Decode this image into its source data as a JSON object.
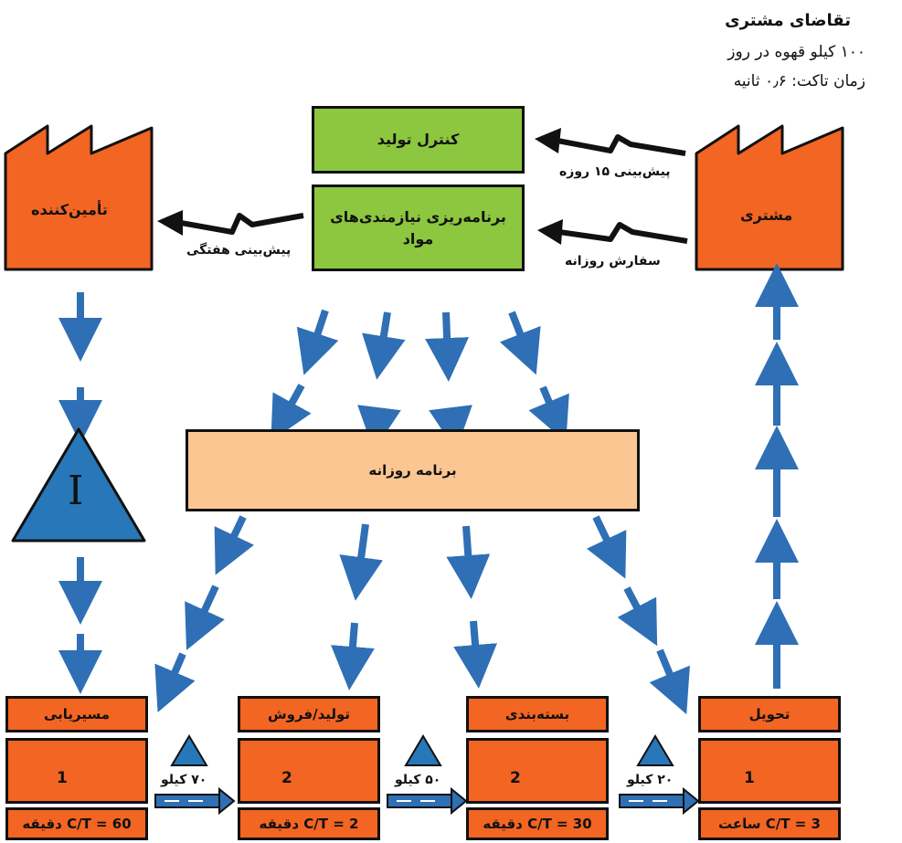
{
  "demand": {
    "title": "تقاضای مشتری",
    "line1": "۱۰۰ کیلو قهوه در روز",
    "line2": "زمان تاکت: ۰٫۶ ثانیه"
  },
  "supplier": {
    "label": "تأمین‌کننده"
  },
  "customer": {
    "label": "مشتری"
  },
  "production_control": {
    "label": "کنترل تولید"
  },
  "mrp": {
    "label_line1": "برنامه‌ریزی نیازمندی‌های",
    "label_line2": "مواد"
  },
  "daily_schedule": {
    "label": "برنامه روزانه"
  },
  "flows": {
    "weekly_forecast": "پیش‌بینی هفتگی",
    "forecast_15": "پیش‌بینی ۱۵ روزه",
    "daily_order": "سفارش روزانه"
  },
  "inventory": {
    "symbol": "I"
  },
  "processes": [
    {
      "name": "مسیریابی",
      "operators": "1",
      "ct": "C/T = 60 دقیقه"
    },
    {
      "name": "تولید/فروش",
      "operators": "2",
      "ct": "C/T = 2 دقیقه"
    },
    {
      "name": "بسته‌بندی",
      "operators": "2",
      "ct": "C/T = 30 دقیقه"
    },
    {
      "name": "تحویل",
      "operators": "1",
      "ct": "C/T = 3 ساعت"
    }
  ],
  "wip": [
    {
      "qty": "۷۰ کیلو"
    },
    {
      "qty": "۵۰ کیلو"
    },
    {
      "qty": "۲۰ کیلو"
    }
  ],
  "colors": {
    "orange": "#f26522",
    "green": "#8dc63f",
    "peach": "#fbc692",
    "blue": "#2f6fb5",
    "triangle": "#2877b8"
  }
}
